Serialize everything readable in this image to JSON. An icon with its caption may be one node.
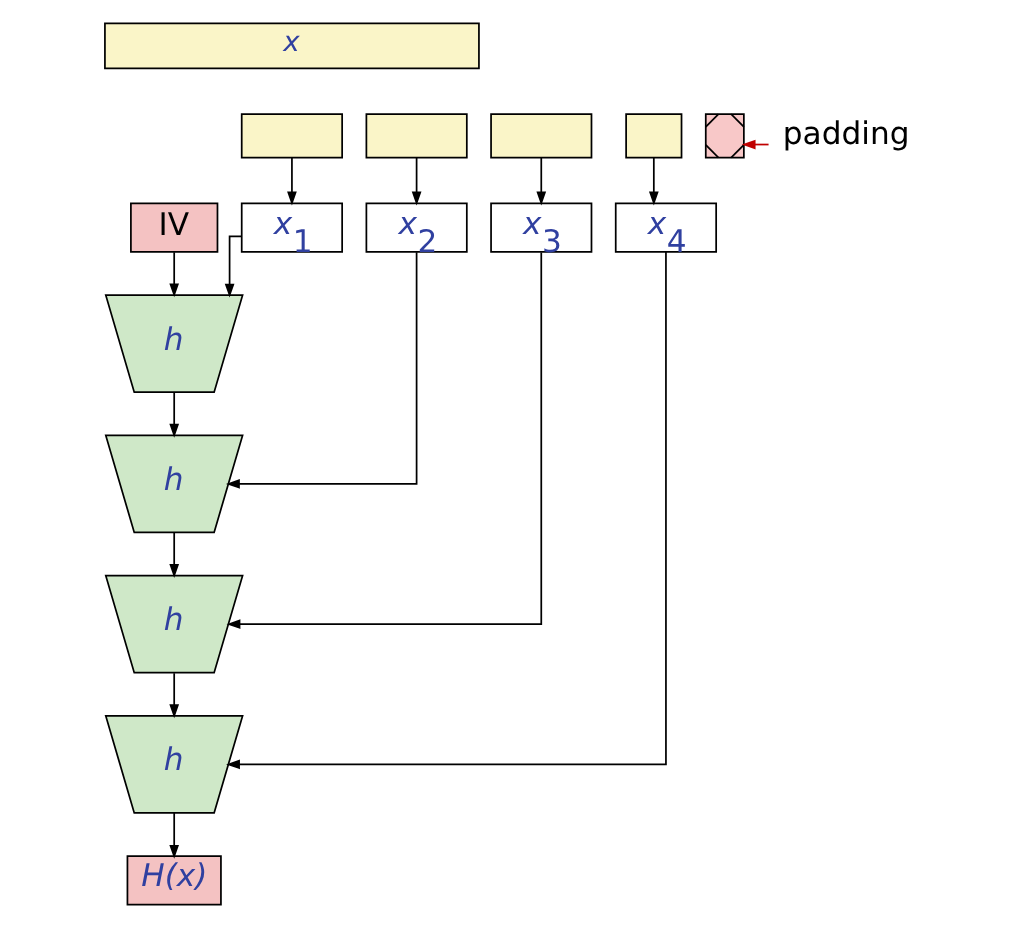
{
  "diagram": {
    "nodes": [
      {
        "text": [
          "x"
        ]
      },
      {
        "text": [],
        "shape": "box"
      },
      {
        "text": [],
        "shape": "box"
      },
      {
        "text": [],
        "shape": "box"
      },
      {
        "text": [],
        "shape": "box"
      },
      {
        "text": [],
        "shape": "box"
      },
      {
        "text": [
          "padding"
        ]
      },
      {
        "text": [
          "IV"
        ]
      },
      {
        "text": [
          "x$_{1}$"
        ]
      },
      {
        "text": [
          "x$_{2}$"
        ]
      },
      {
        "text": [
          "x$_{3}$"
        ]
      },
      {
        "text": [
          "x$_{4}$"
        ]
      },
      {
        "text": [
          "h"
        ]
      },
      {
        "text": [
          "h"
        ]
      },
      {
        "text": [
          "h"
        ]
      },
      {
        "text": [
          "h"
        ]
      },
      {
        "text": [
          "H(x)"
        ]
      }
    ],
    "edges": [
      {
        "from": 6,
        "to": 5,
        "arrow": "to",
        "color": "#c00000"
      },
      {
        "from": 1,
        "to": 8,
        "arrow": "to"
      },
      {
        "from": 2,
        "to": 9,
        "arrow": "to"
      },
      {
        "from": 3,
        "to": 10,
        "arrow": "to"
      },
      {
        "from": 4,
        "to": 11,
        "arrow": "to"
      },
      {
        "from": 7,
        "to": 12,
        "arrow": "to"
      },
      {
        "from": 8,
        "to": 12,
        "arrow": "to"
      },
      {
        "from": 12,
        "to": 13,
        "arrow": "to"
      },
      {
        "from": 9,
        "to": 13,
        "arrow": "to"
      },
      {
        "from": 13,
        "to": 14,
        "arrow": "to"
      },
      {
        "from": 10,
        "to": 14,
        "arrow": "to"
      },
      {
        "from": 14,
        "to": 15,
        "arrow": "to"
      },
      {
        "from": 11,
        "to": 15,
        "arrow": "to"
      },
      {
        "from": 15,
        "to": 16,
        "arrow": "to"
      }
    ]
  }
}
